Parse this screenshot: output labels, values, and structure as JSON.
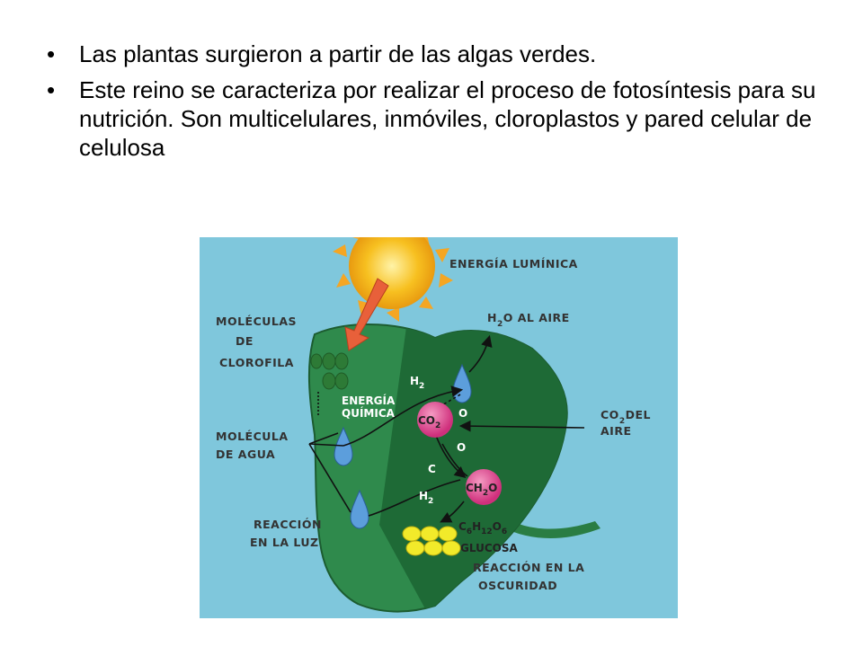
{
  "bullets": [
    "Las plantas surgieron a partir de las algas verdes.",
    "Este reino se caracteriza por realizar el proceso de fotosíntesis para su nutrición. Son multicelulares, inmóviles, cloroplastos y pared celular de celulosa"
  ],
  "diagram": {
    "energia_luminica": "ENERGÍA LUMÍNICA",
    "h2o_aire": {
      "h": "H",
      "sub": "2",
      "rest": "O AL AIRE"
    },
    "moleculas_clorofila": [
      "MOLÉCULAS",
      "DE",
      "CLOROFILA"
    ],
    "energia_quimica": [
      "ENERGÍA",
      "QUÍMICA"
    ],
    "h2_top": {
      "h": "H",
      "sub": "2"
    },
    "co2_circle": {
      "c": "CO",
      "sub": "2"
    },
    "o_top": "O",
    "o_mid": "O",
    "c_label": "C",
    "h2_bottom": {
      "h": "H",
      "sub": "2"
    },
    "ch2o_circle": {
      "a": "CH",
      "sub": "2",
      "b": "O"
    },
    "co2_aire": {
      "a": "CO",
      "sub": "2",
      "b": "DEL",
      "line2": "AIRE"
    },
    "molecula_agua": [
      "MOLÉCULA",
      "DE AGUA"
    ],
    "reaccion_luz": [
      "REACCIÓN",
      "EN LA LUZ"
    ],
    "glucosa_formula": {
      "c": "C",
      "s1": "6",
      "h": "H",
      "s2": "12",
      "o": "O",
      "s3": "6"
    },
    "glucosa": "GLUCOSA",
    "reaccion_oscuridad": [
      "REACCIÓN EN LA",
      "OSCURIDAD"
    ]
  },
  "colors": {
    "background_panel": "#7fc7dc",
    "leaf_light": "#2f8a4c",
    "leaf_dark": "#1e6a36",
    "sun": "#f7c020",
    "arrow_orange": "#e8603a",
    "circle_pink": "#d9438a",
    "glucose_yellow": "#f2ea2a",
    "chlorophyll_green": "#2d7a36",
    "water_blue": "#5c9edc"
  }
}
